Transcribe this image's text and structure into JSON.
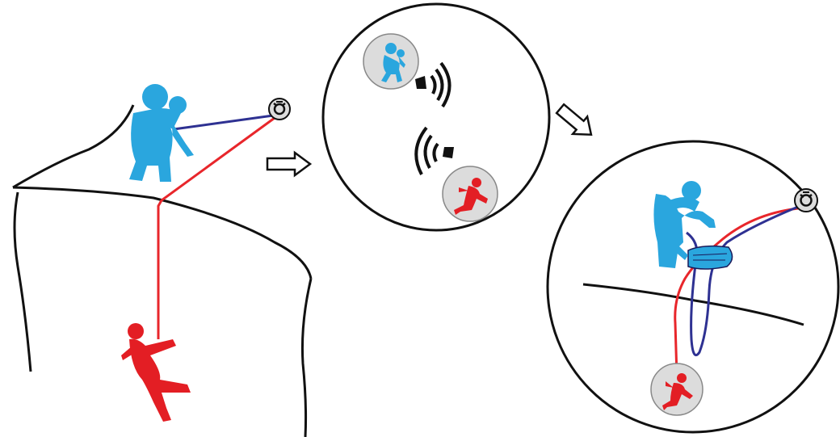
{
  "diagram": {
    "panels": [
      {
        "id": "cliff-scene",
        "description_icons": [
          "rescuer-figure",
          "fallen-climber-figure",
          "anchor-icon",
          "cliff-edge"
        ]
      },
      {
        "id": "communication-zoom",
        "description_icons": [
          "rescuer-badge",
          "signal-out-icon",
          "signal-in-icon",
          "climber-badge"
        ]
      },
      {
        "id": "rescue-zoom",
        "description_icons": [
          "rescuer-figure",
          "rope-bag",
          "anchor-icon",
          "edge-line",
          "climber-badge"
        ]
      }
    ],
    "arrows": [
      "arrow-to-communication",
      "arrow-to-rescue"
    ]
  },
  "colors": {
    "rescuer": "#2aa6de",
    "climber": "#e31e24",
    "red_rope": "#e8262b",
    "blue_rope": "#2e3192",
    "outline": "#111111",
    "badge_fill": "#dcdcdc"
  }
}
